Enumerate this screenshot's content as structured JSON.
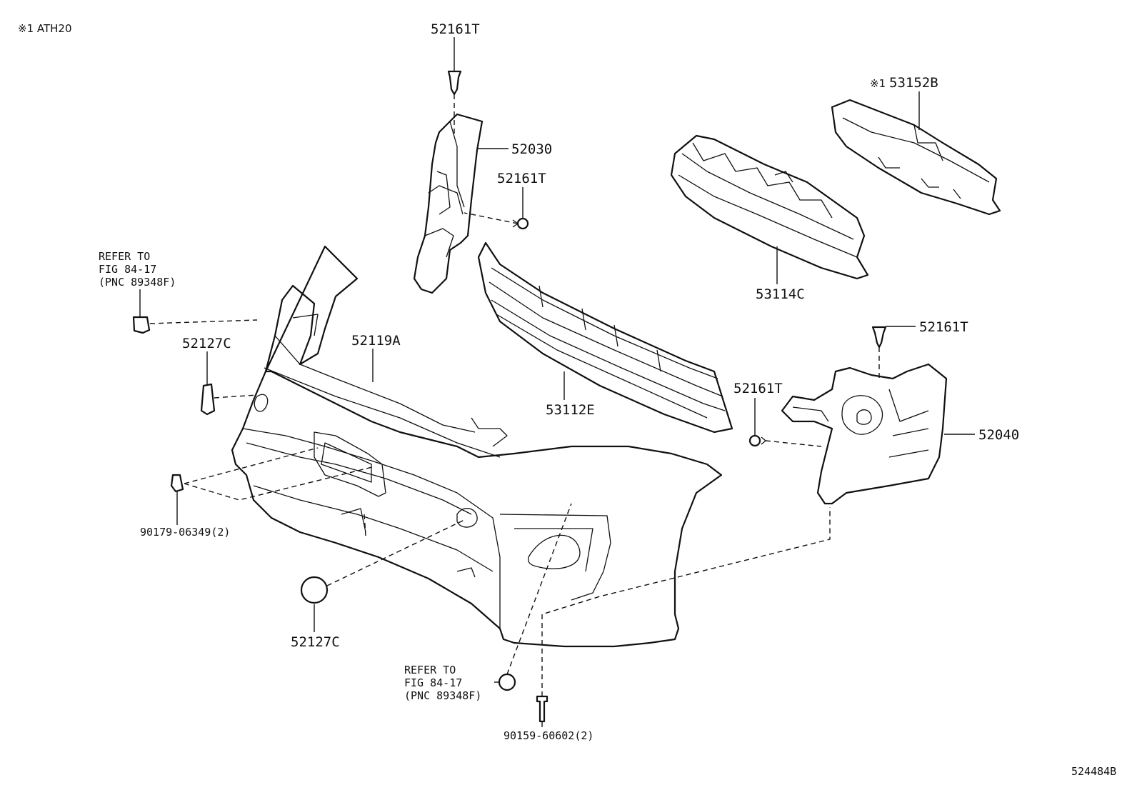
{
  "note": "※1 ATH20",
  "figure_id": "524484B",
  "callouts": {
    "clip_top": "52161T",
    "brkt_left": "52030",
    "clip_left_mid": "52161T",
    "retainer": "53152B",
    "retainer_marker": "※1",
    "absorber": "53114C",
    "grille": "53112E",
    "bumper_cover": "52119A",
    "cap_upper": "52127C",
    "cap_lower": "52127C",
    "clip_right_top": "52161T",
    "clip_right_mid": "52161T",
    "brkt_right": "52040",
    "nut": "90179-06349(2)",
    "screw": "90159-60602(2)"
  },
  "refer_upper": {
    "line1": "REFER TO",
    "line2": "FIG 84-17",
    "line3": "(PNC 89348F)"
  },
  "refer_lower": {
    "line1": "REFER TO",
    "line2": "FIG 84-17",
    "line3": "(PNC 89348F)"
  }
}
